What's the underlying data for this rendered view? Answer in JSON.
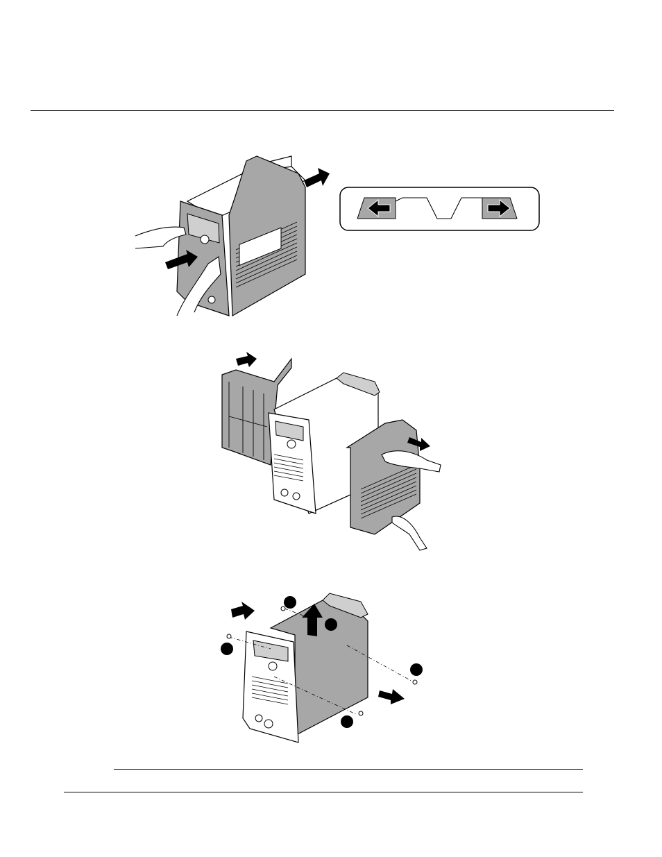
{
  "page": {
    "figures": [
      {
        "id": "figure-1",
        "description_icons": [
          "left-arrow-icon",
          "right-arrow-icon"
        ]
      },
      {
        "id": "figure-2"
      },
      {
        "id": "figure-3"
      }
    ]
  },
  "colors": {
    "line": "#000000",
    "panel_gray": "#a7a7a7",
    "light_gray": "#cfcfcf",
    "background": "#ffffff"
  }
}
